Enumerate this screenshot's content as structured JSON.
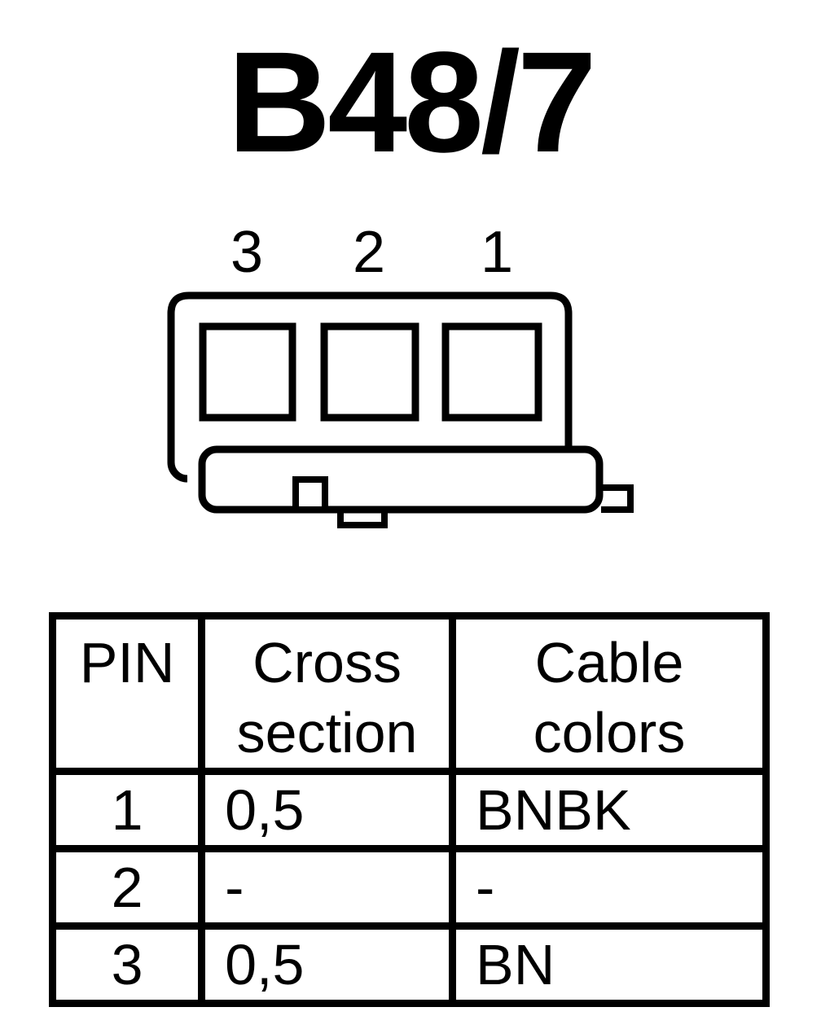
{
  "title": "B48/7",
  "connector": {
    "pin_labels": [
      "3",
      "2",
      "1"
    ]
  },
  "table": {
    "headers": {
      "pin": "PIN",
      "cross_line1": "Cross",
      "cross_line2": "section",
      "color_line1": "Cable",
      "color_line2": "colors"
    },
    "rows": [
      {
        "pin": "1",
        "cross_section": "0,5",
        "color": "BNBK"
      },
      {
        "pin": "2",
        "cross_section": "-",
        "color": "-"
      },
      {
        "pin": "3",
        "cross_section": "0,5",
        "color": "BN"
      }
    ]
  }
}
